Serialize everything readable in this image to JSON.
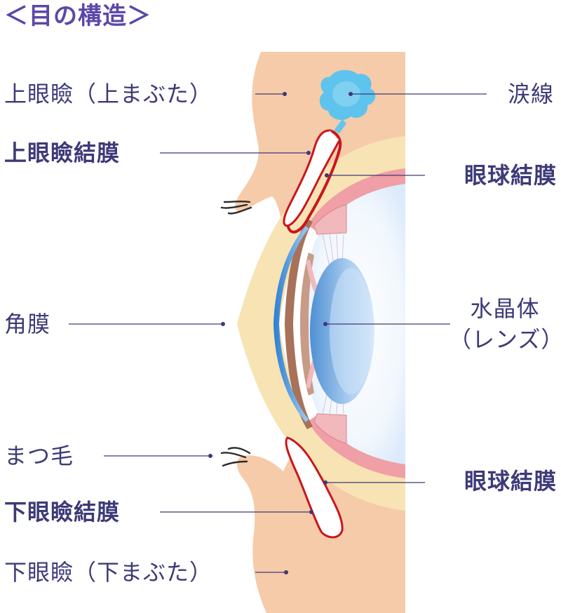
{
  "title": "＜目の構造＞",
  "labels": {
    "upper_eyelid": "上眼瞼（上まぶた）",
    "upper_palpebral_conjunctiva": "上眼瞼結膜",
    "cornea": "角膜",
    "eyelashes": "まつ毛",
    "lower_palpebral_conjunctiva": "下眼瞼結膜",
    "lower_eyelid": "下眼瞼（下まぶた）",
    "lacrimal_gland": "涙線",
    "bulbar_conjunctiva_upper": "眼球結膜",
    "lens_line1": "水晶体",
    "lens_line2": "（レンズ）",
    "bulbar_conjunctiva_lower": "眼球結膜"
  },
  "colors": {
    "text": "#3d3a78",
    "title": "#5b48a8",
    "skin": "#f6cba9",
    "sclera": "#f8e3b4",
    "conjunctiva_line": "#c8161d",
    "choroid": "#ef9fa5",
    "lens": "#7fb3e3",
    "iris": "#a8715a",
    "cornea_blue": "#2f86d6",
    "gland": "#62c6ee"
  }
}
